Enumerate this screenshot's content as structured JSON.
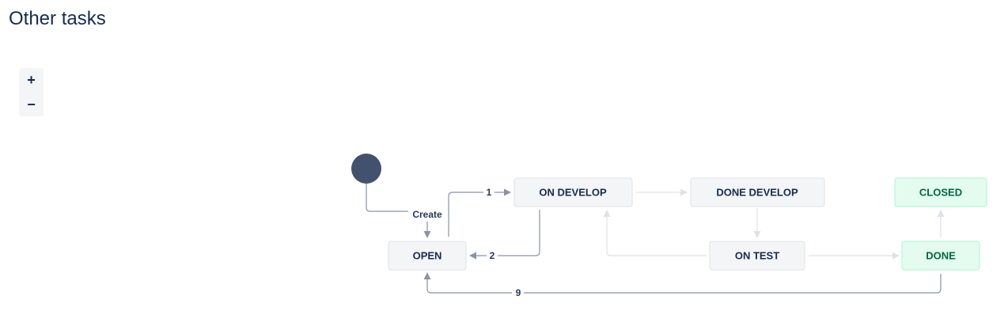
{
  "page": {
    "title": "Other tasks"
  },
  "zoom": {
    "in_label": "+",
    "out_label": "−"
  },
  "colors": {
    "node_fill": "#f4f5f7",
    "node_stroke": "#dfe1e6",
    "node_text": "#172b4d",
    "done_fill": "#e3fcef",
    "done_stroke": "#abf5d1",
    "done_text": "#006644",
    "start_fill": "#42526e",
    "edge_active": "#8993a4",
    "edge_muted": "#dfe1e6"
  },
  "workflow": {
    "statuses": {
      "open": "OPEN",
      "on_develop": "ON DEVELOP",
      "done_develop": "DONE DEVELOP",
      "on_test": "ON TEST",
      "done": "DONE",
      "closed": "CLOSED"
    },
    "transitions": {
      "create": "Create",
      "t1": "1",
      "t2": "2",
      "t9": "9"
    }
  }
}
